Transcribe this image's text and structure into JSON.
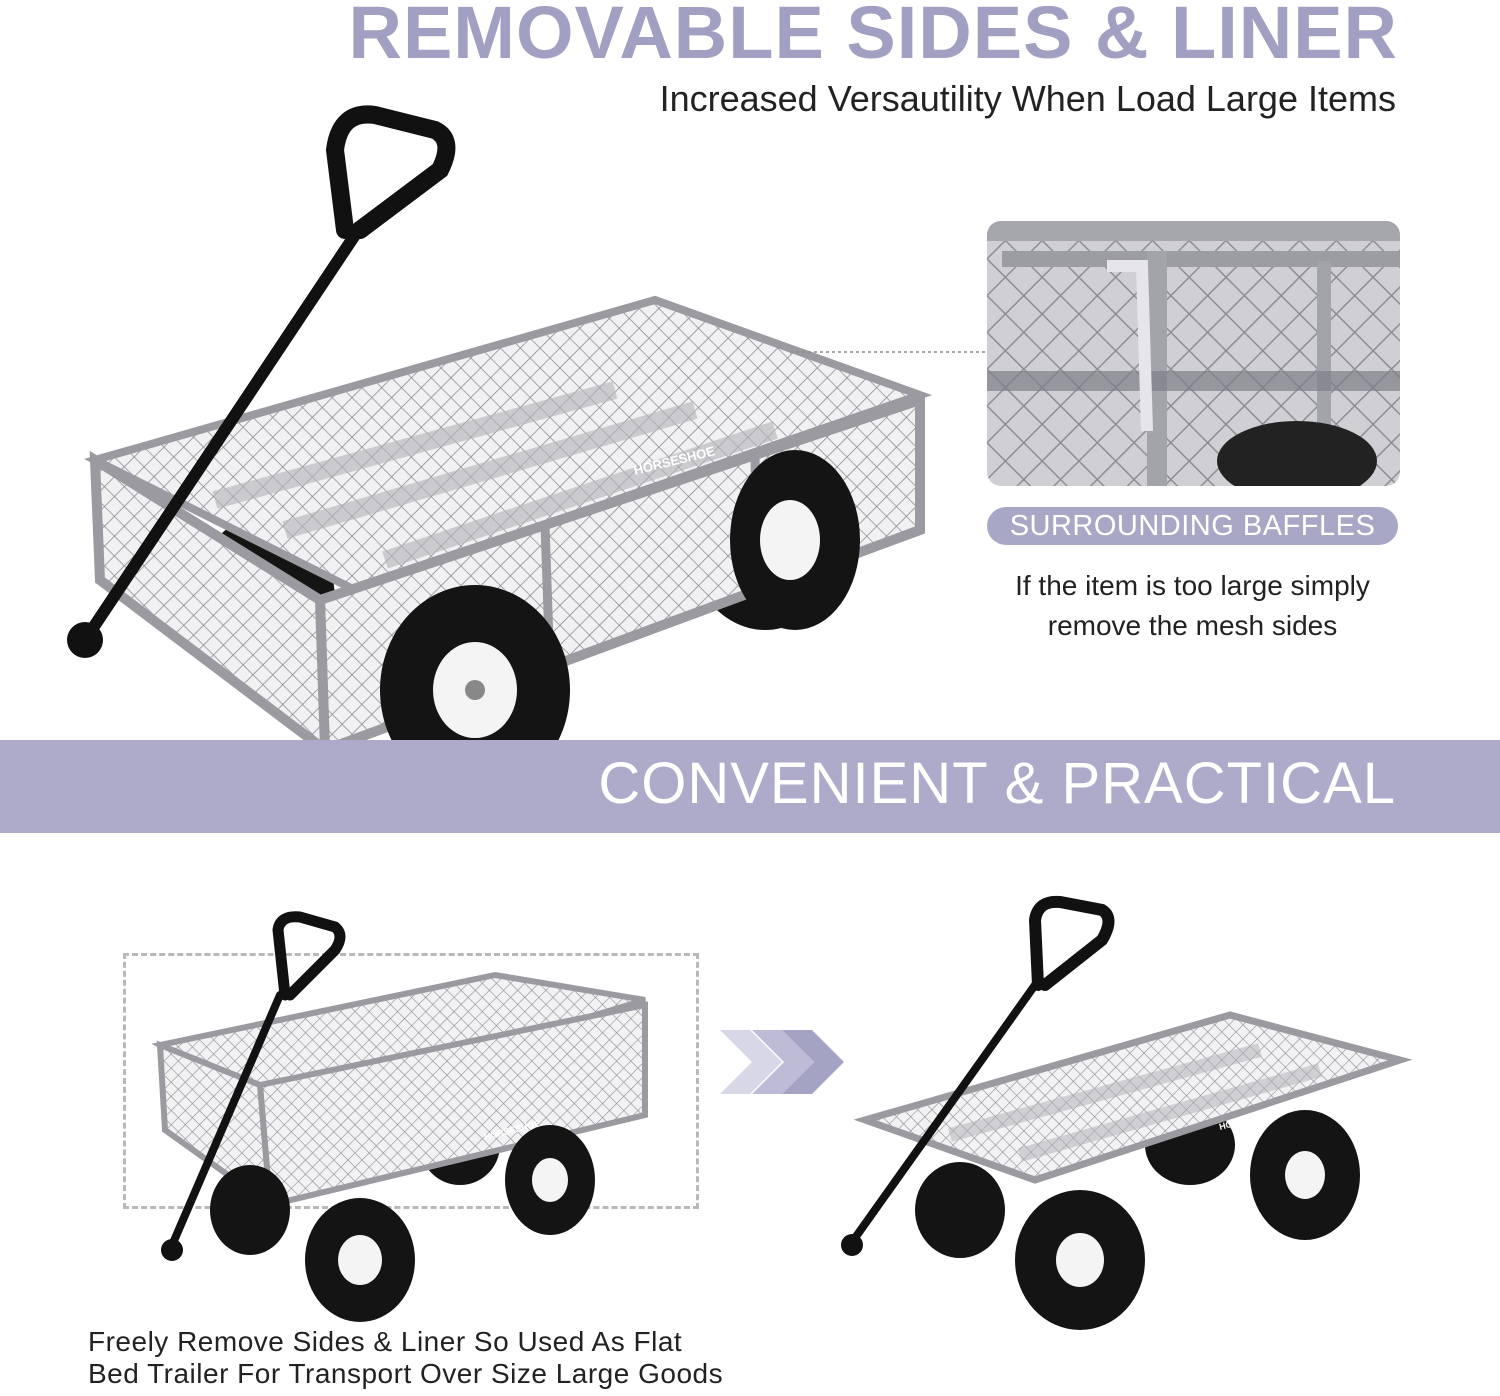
{
  "header": {
    "headline": "REMOVABLE SIDES & LINER",
    "subheadline": "Increased Versautility When Load Large Items"
  },
  "detail": {
    "badge": "SURROUNDING BAFFLES",
    "description_lines": [
      "If the item is too large simply",
      "remove the mesh sides"
    ]
  },
  "band": {
    "title": "CONVENIENT & PRACTICAL"
  },
  "bottom": {
    "caption_lines": [
      "Freely Remove Sides & Liner So Used As Flat",
      "Bed Trailer For Transport Over Size Large Goods"
    ]
  },
  "brand": {
    "logo_text": "HORSESHOE"
  },
  "colors": {
    "accent": "#a9a7c6",
    "headline": "#a19fc2",
    "band": "#adabc9",
    "frame": "#9a9aa0",
    "tire": "#141414",
    "arrow": "#a5a3c4"
  },
  "icons": {
    "transition": "chevron-double-right-icon"
  }
}
